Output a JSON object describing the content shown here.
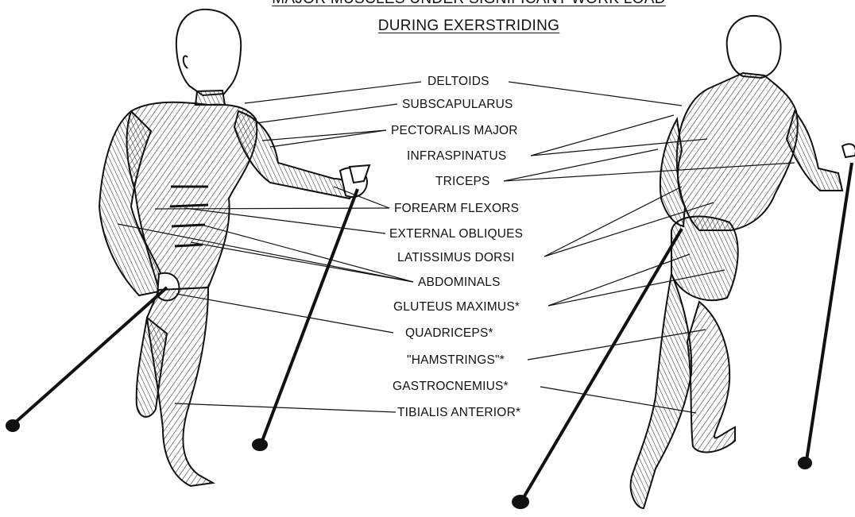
{
  "title": {
    "line1": "MAJOR MUSCLES UNDER SIGNIFICANT WORK LOAD",
    "line2": "DURING EXERSTRIDING"
  },
  "labels": [
    "DELTOIDS",
    "SUBSCAPULARUS",
    "PECTORALIS MAJOR",
    "INFRASPINATUS",
    "TRICEPS",
    "FOREARM FLEXORS",
    "EXTERNAL OBLIQUES",
    "LATISSIMUS DORSI",
    "ABDOMINALS",
    "GLUTEUS MAXIMUS*",
    "QUADRICEPS*",
    "\"HAMSTRINGS\"*",
    "GASTROCNEMIUS*",
    "TIBIALIS ANTERIOR*"
  ],
  "colors": {
    "ink": "#111111",
    "paper": "#ffffff"
  }
}
